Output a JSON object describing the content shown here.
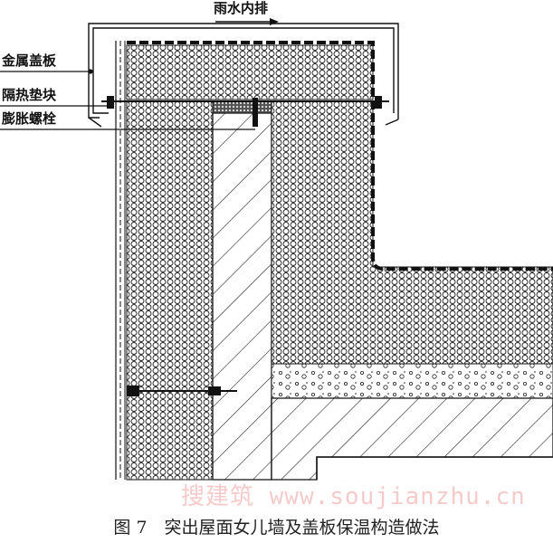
{
  "labels": {
    "rain_drain": "雨水内排",
    "metal_cover": "金属盖板",
    "insulating_pad": "隔热垫块",
    "expansion_bolt": "膨胀螺栓"
  },
  "caption": "图 7　突出屋面女儿墙及盖板保温构造做法",
  "watermark": "搜建筑 www.soujianzhu.cn",
  "colors": {
    "line": "#111111",
    "watermark": "#f2a0a0"
  }
}
